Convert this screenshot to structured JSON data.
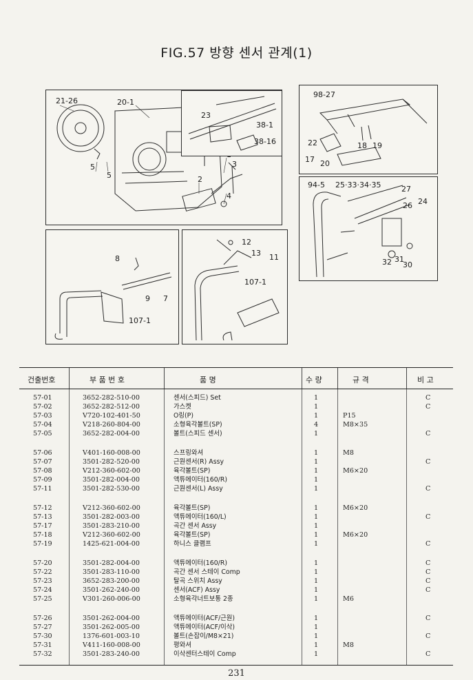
{
  "title": "FIG.57 방향 센서 관계(1)",
  "callouts": {
    "p1": [
      "21-26",
      "20-1",
      "1",
      "3",
      "2",
      "4",
      "5",
      "5"
    ],
    "p2": [
      "23",
      "38-1",
      "38-16"
    ],
    "p3": [
      "98-27",
      "22",
      "18",
      "19",
      "17",
      "20"
    ],
    "p4": [
      "94-5",
      "25·33·34·35",
      "27",
      "26",
      "24",
      "32",
      "31",
      "30"
    ],
    "p5": [
      "8",
      "9",
      "7",
      "107-1"
    ],
    "p6": [
      "12",
      "13",
      "11",
      "107-1"
    ]
  },
  "table": {
    "headers": [
      "건출번호",
      "부 품 번 호",
      "품 명",
      "수 량",
      "규 격",
      "비 고"
    ],
    "groups": [
      [
        [
          "57-01",
          "3652-282-510-00",
          "센서(스피드) Set",
          "1",
          "",
          "C"
        ],
        [
          "57-02",
          "3652-282-512-00",
          "가스켓",
          "1",
          "",
          "C"
        ],
        [
          "57-03",
          "V720-102-401-50",
          "O링(P)",
          "1",
          "P15",
          ""
        ],
        [
          "57-04",
          "V218-260-804-00",
          "소형육각볼트(SP)",
          "4",
          "M8×35",
          ""
        ],
        [
          "57-05",
          "3652-282-004-00",
          "볼트(스피드 센서)",
          "1",
          "",
          "C"
        ]
      ],
      [
        [
          "57-06",
          "V401-160-008-00",
          "스프링와셔",
          "1",
          "M8",
          ""
        ],
        [
          "57-07",
          "3501-282-520-00",
          "근원센서(R) Assy",
          "1",
          "",
          "C"
        ],
        [
          "57-08",
          "V212-360-602-00",
          "육각볼트(SP)",
          "1",
          "M6×20",
          ""
        ],
        [
          "57-09",
          "3501-282-004-00",
          "액튜에이터(160/R)",
          "1",
          "",
          ""
        ],
        [
          "57-11",
          "3501-282-530-00",
          "근원센서(L) Assy",
          "1",
          "",
          "C"
        ]
      ],
      [
        [
          "57-12",
          "V212-360-602-00",
          "육각볼트(SP)",
          "1",
          "M6×20",
          ""
        ],
        [
          "57-13",
          "3501-282-003-00",
          "액튜에이터(160/L)",
          "1",
          "",
          "C"
        ],
        [
          "57-17",
          "3501-283-210-00",
          "곡간 센서 Assy",
          "1",
          "",
          ""
        ],
        [
          "57-18",
          "V212-360-602-00",
          "육각볼트(SP)",
          "1",
          "M6×20",
          ""
        ],
        [
          "57-19",
          "1425-621-004-00",
          "하니스 클램프",
          "1",
          "",
          "C"
        ]
      ],
      [
        [
          "57-20",
          "3501-282-004-00",
          "액튜에이터(160/R)",
          "1",
          "",
          "C"
        ],
        [
          "57-22",
          "3501-283-110-00",
          "곡간 센서 스테이 Comp",
          "1",
          "",
          "C"
        ],
        [
          "57-23",
          "3652-283-200-00",
          "탈곡 스위치 Assy",
          "1",
          "",
          "C"
        ],
        [
          "57-24",
          "3501-262-240-00",
          "센서(ACF) Assy",
          "1",
          "",
          "C"
        ],
        [
          "57-25",
          "V301-260-006-00",
          "소형육각너트보통 2종",
          "1",
          "M6",
          ""
        ]
      ],
      [
        [
          "57-26",
          "3501-262-004-00",
          "액튜에이터(ACF/근원)",
          "1",
          "",
          "C"
        ],
        [
          "57-27",
          "3501-262-005-00",
          "액튜에이터(ACF/이삭)",
          "1",
          "",
          ""
        ],
        [
          "57-30",
          "1376-601-003-10",
          "볼트(손잡이/M8×21)",
          "1",
          "",
          "C"
        ],
        [
          "57-31",
          "V411-160-008-00",
          "평와셔",
          "1",
          "M8",
          ""
        ],
        [
          "57-32",
          "3501-283-240-00",
          "이삭센터스테이 Comp",
          "1",
          "",
          "C"
        ]
      ]
    ]
  },
  "page_number": "231"
}
